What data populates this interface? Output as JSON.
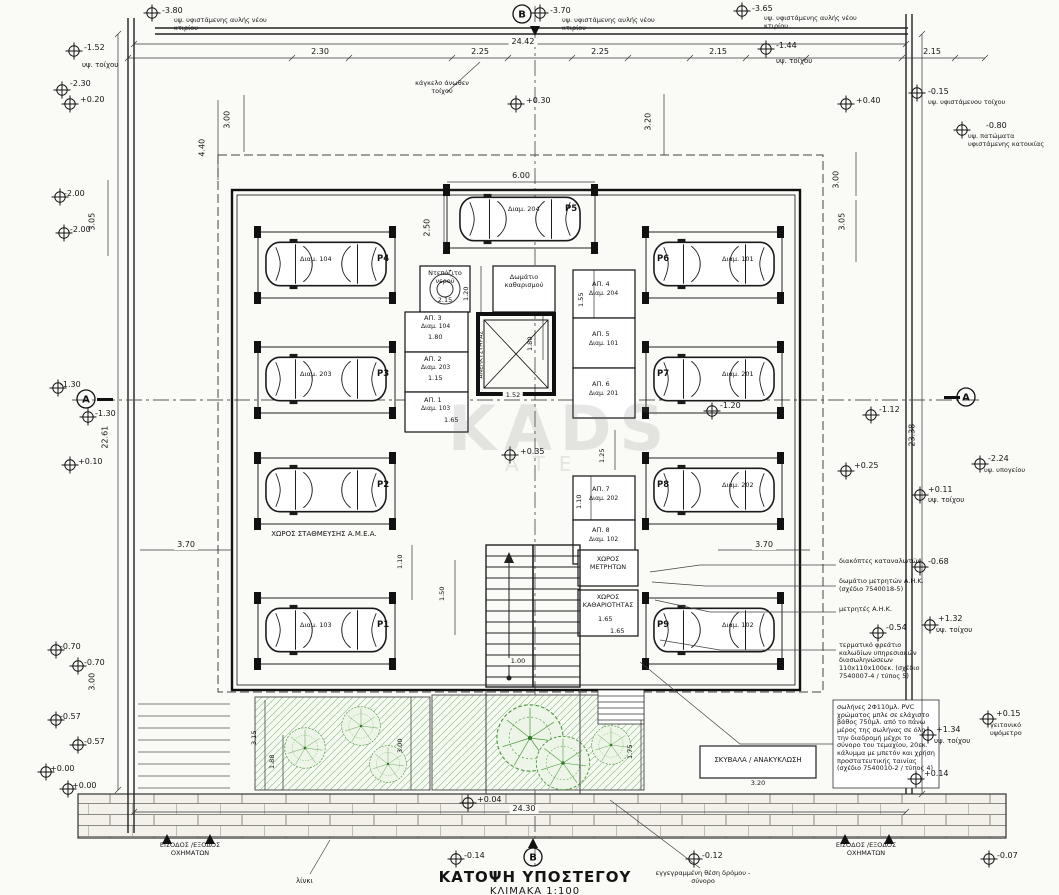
{
  "meta": {
    "title": "ΚΑΤΟΨΗ ΥΠΟΣΤΕΓΟΥ",
    "scale": "ΚΛΙΜΑΚΑ 1:100",
    "watermark": "KADS",
    "watermark_sub": "ΑΤΕ"
  },
  "sections": {
    "top": "B",
    "bottom": "B",
    "left": "A",
    "right": "A"
  },
  "top": {
    "tl_elev": "-3.80",
    "tl_note": "υψ. υφιστάμενης αυλής νέου κτιρίου",
    "tc_elev": "-3.70",
    "tc_note": "υψ. υφιστάμενης αυλής νέου κτιρίου",
    "tr_elev": "-3.65",
    "tr_note": "υψ. υφιστάμενης αυλής νέου κτιρίου",
    "total": "24.42",
    "wl_elev": "-1.52",
    "wl_note": "υψ. τοίχου",
    "wr_elev": "-1.44",
    "wr_note": "υψ. τοίχου",
    "d1": "2.30",
    "d2": "2.25",
    "d3": "2.25",
    "d4": "2.15",
    "d5": "2.15",
    "railing": "κάγκελο άνωθεν τοίχου",
    "e1": "-2.30",
    "e2": "+0.20",
    "e3": "+0.30",
    "e4": "+0.40",
    "r1": "-0.15",
    "r1n": "υψ. υφιστάμενου τοίχου",
    "r2": "-0.80",
    "r2n": "υψ. πατώματα υφιστάμενης κατοικίας"
  },
  "left": {
    "e1": "-2.00",
    "e2": "-2.00",
    "e3": "-1.30",
    "e4": "-1.30",
    "e5": "+0.10",
    "e6": "-0.70",
    "e7": "-0.70",
    "e8": "-0.57",
    "e9": "-0.57",
    "e10": "+0.00",
    "e11": "+0.00",
    "total": "22.61",
    "d305": "3.05",
    "d300": "3.00",
    "d440": "4.40",
    "d300b": "3.00"
  },
  "right": {
    "total": "23.38",
    "d300": "3.00",
    "d305": "3.05",
    "d320": "3.20",
    "e1": "-1.12",
    "e2": "-1.20",
    "e3": "+0.25",
    "e4": "-2.24",
    "e4n": "υψ. υπογείου",
    "e5": "+0.11",
    "e5n": "υψ. τοίχου",
    "e6": "-0.68",
    "e7": "+1.32",
    "e7n": "υψ. τοίχου",
    "e8": "-0.54",
    "e9": "+1.34",
    "e9n": "υψ. τοίχου",
    "e10": "+0.15",
    "e10n": "γειτονικό υψόμετρο",
    "e11": "+0.14"
  },
  "parking": {
    "p1": "P1",
    "p1a": "Διαμ. 103",
    "p2": "P2",
    "p3": "P3",
    "p3a": "Διαμ. 203",
    "p4": "P4",
    "p4a": "Διαμ. 104",
    "p5": "P5",
    "p5a": "Διαμ. 204",
    "p6": "P6",
    "p6a": "Διαμ. 101",
    "p7": "P7",
    "p7a": "Διαμ. 201",
    "p8": "P8",
    "p8a": "Διαμ. 202",
    "p9": "P9",
    "p9a": "Διαμ. 102",
    "disabled": "ΧΩΡΟΣ ΣΤΑΘΜΕΥΣΗΣ Α.Μ.Ε.Α."
  },
  "rooms": {
    "water": "Ντεπόζιτο νερού",
    "clean": "Δωμάτιο καθαρισμού",
    "lift": "ΑΝΕΛΚΥΣΤΗΡΑΣ",
    "meters": "ΧΩΡΟΣ ΜΕΤΡΗΤΩΝ",
    "common": "ΧΩΡΟΣ ΚΑΘΑΡΙΟΤΗΤΑΣ",
    "garbage": "ΣΚΥΒΑΛΑ / ΑΝΑΚΥΚΛΩΣΗ",
    "s1": "ΑΠ. 1",
    "s1a": "Διαμ. 103",
    "s2": "ΑΠ. 2",
    "s2a": "Διαμ. 203",
    "s3": "ΑΠ. 3",
    "s3a": "Διαμ. 104",
    "s4": "ΑΠ. 4",
    "s4a": "Διαμ. 204",
    "s5": "ΑΠ. 5",
    "s5a": "Διαμ. 101",
    "s6": "ΑΠ. 6",
    "s6a": "Διαμ. 201",
    "s7": "ΑΠ. 7",
    "s7a": "Διαμ. 202",
    "s8": "ΑΠ. 8",
    "s8a": "Διαμ. 102"
  },
  "dims": {
    "d600": "6.00",
    "d250": "2.50",
    "d120": "1.20",
    "d155": "1.55",
    "d180a": "1.80",
    "d180b": "1.80",
    "d115": "1.15",
    "d165a": "1.65",
    "d165b": "1.65",
    "d165c": "1.65",
    "d152": "1.52",
    "d215a": "2.15",
    "d125": "1.25",
    "d110a": "1.10",
    "d110b": "1.10",
    "d370a": "3.70",
    "d370b": "3.70",
    "d150": "1.50",
    "d100": "1.00",
    "d315": "3.15",
    "d188": "1.88",
    "d300": "3.00",
    "d175": "1.75",
    "d320": "3.20",
    "d2430": "24.30"
  },
  "plan_marks": {
    "e035": "+0.35",
    "e004": "+0.04"
  },
  "notes": {
    "n1": "διακόπτες καταναλωτών",
    "n2": "δωμάτιο μετρητών Α.Η.Κ. (σχέδιο 7540018-5)",
    "n3": "μετρητές Α.Η.Κ.",
    "n4": "τερματικό φρεάτιο καλωδίων υπηρεσιακών διασωληνώσεων 110x110x100εκ. (σχέδιο 7540007-4 / τύπος 5)",
    "n5": "σωλήνες 2Φ110μλ. PVC χρώματος μπλε σε ελάχιστο βάθος 750μλ. από το πάνω μέρος της σωλήνας σε όλη την διαδρομή μέχρι το σύνορο του τεμαχίου, 20εκ. κάλυμμα με μπετόν και χρήση προστατευτικής ταινίας (σχέδιο 7540010-2 / τύπος 4)"
  },
  "bottom": {
    "ent_l": "ΕΙΣΟΔΟΣ /ΕΞΟΔΟΣ ΟΧΗΜΑΤΩΝ",
    "ent_r": "ΕΙΣΟΔΟΣ /ΕΞΟΔΟΣ ΟΧΗΜΑΤΩΝ",
    "e1": "-0.14",
    "e2": "-0.12",
    "e3": "-0.07",
    "laki": "λίνκι",
    "road": "εγγεγραμμένη θέση δρόμου - σύνορο"
  }
}
